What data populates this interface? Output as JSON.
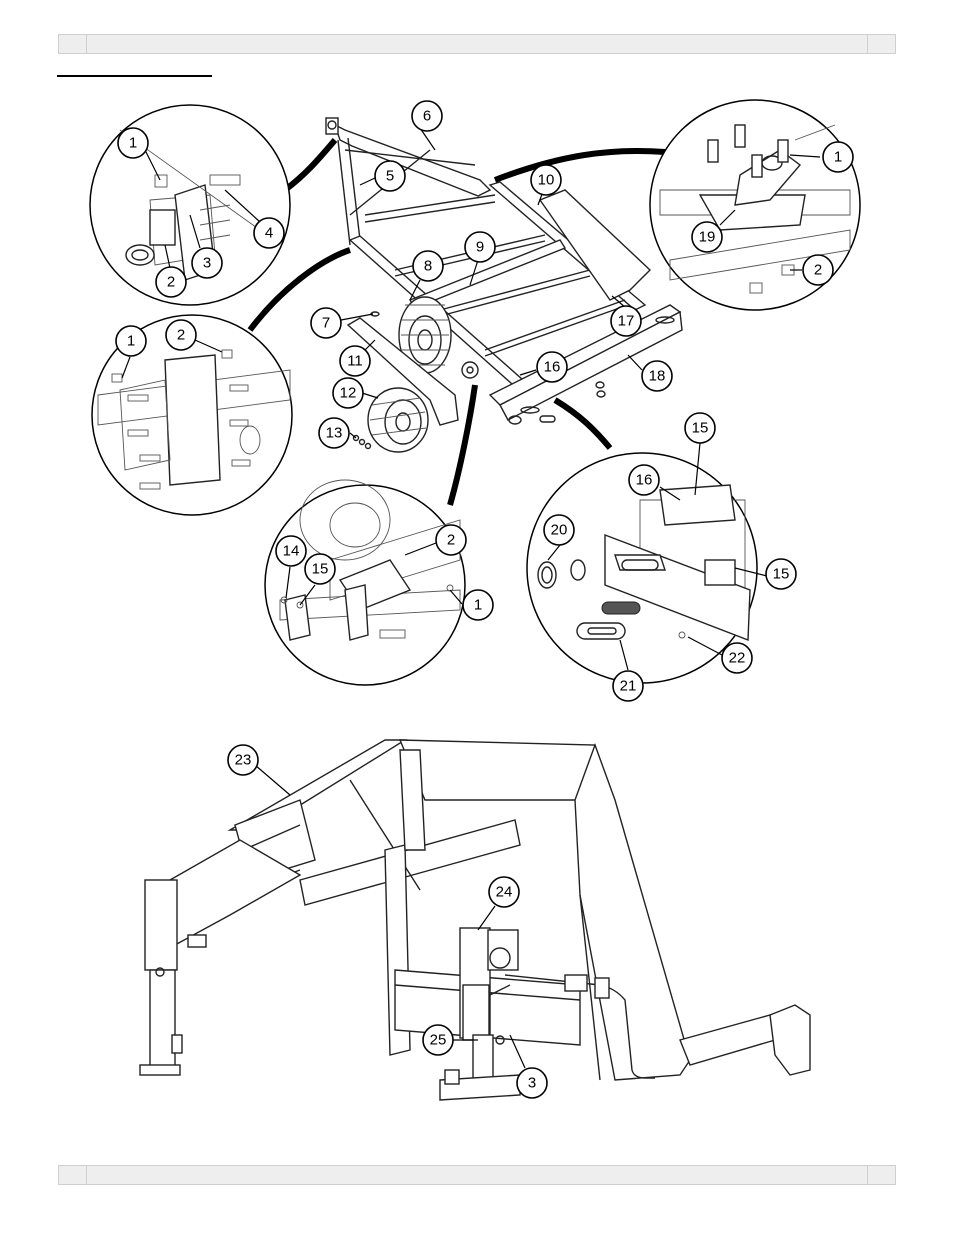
{
  "header": {
    "text": ""
  },
  "footer": {
    "text": ""
  },
  "section_title": "",
  "callouts": {
    "top": [
      "6",
      "5",
      "10",
      "9",
      "8",
      "7",
      "11",
      "12",
      "13",
      "16",
      "17",
      "18"
    ],
    "detail_top_left": [
      "1",
      "4",
      "3",
      "2"
    ],
    "detail_top_right": [
      "1",
      "19",
      "2"
    ],
    "detail_mid_left": [
      "1",
      "2"
    ],
    "detail_bottom_center": [
      "2",
      "14",
      "15",
      "1"
    ],
    "detail_bottom_right": [
      "15",
      "16",
      "20",
      "15",
      "22",
      "21"
    ],
    "lower_assembly": [
      "23",
      "24",
      "25",
      "3"
    ]
  }
}
